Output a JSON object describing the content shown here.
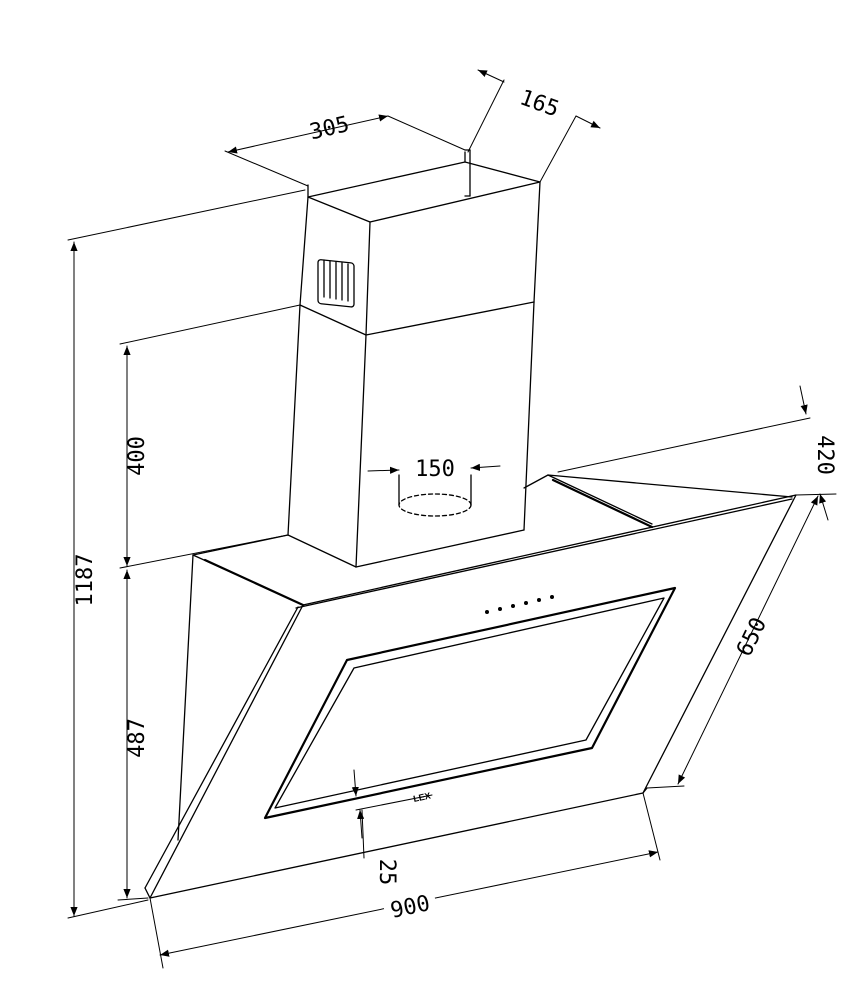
{
  "dimensions": {
    "total_height": "1187",
    "chimney_height": "400",
    "hood_height": "487",
    "chimney_width": "305",
    "chimney_depth": "165",
    "hood_depth": "420",
    "pipe_diameter": "150",
    "glass_depth": "650",
    "hood_width": "900",
    "glass_offset": "25"
  },
  "brand_logo": "LEX",
  "colors": {
    "line": "#000000",
    "background": "#ffffff"
  }
}
